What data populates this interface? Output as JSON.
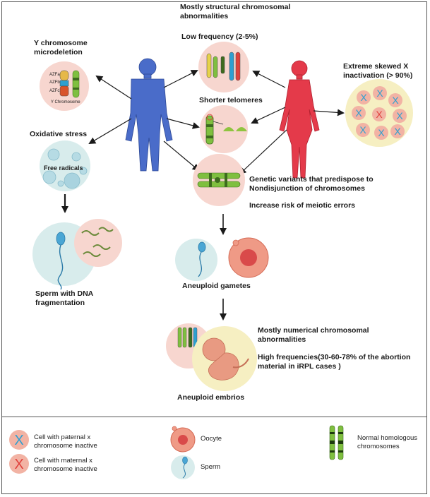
{
  "labels": {
    "structural_title": "Mostly structural chromosomal abnormalities",
    "low_frequency": "Low frequency (2-5%)",
    "y_microdeletion": "Y chromosome microdeletion",
    "azf_a": "AZFa",
    "azf_b": "AZFb",
    "azf_c": "AZFc",
    "y_chromosome": "Y Chromosome",
    "oxidative_stress": "Oxidative stress",
    "free_radicals": "Free radicals",
    "shorter_telomeres": "Shorter telomeres",
    "skewed_x": "Extreme skewed X inactivation (> 90%)",
    "genetic_variants": "Genetic variants that predispose to Nondisjunction of chromosomes",
    "meiotic_errors": "Increase risk of meiotic errors",
    "sperm_dna": "Sperm with DNA fragmentation",
    "aneuploid_gametes": "Aneuploid gametes",
    "numerical_title": "Mostly numerical chromosomal abnormalities",
    "high_frequency": "High frequencies(30-60-78% of the abortion material in iRPL cases )",
    "aneuploid_embryos": "Aneuploid embrios"
  },
  "legend": {
    "paternal_x": "Cell with paternal x chromosome inactive",
    "maternal_x": "Cell with maternal x chromosome inactive",
    "oocyte": "Oocyte",
    "sperm": "Sperm",
    "homologous": "Normal homologous chromosomes"
  },
  "colors": {
    "male": "#4a6cc9",
    "female": "#e43a4a",
    "circle_pink": "#f7d6cf",
    "circle_yellow": "#f6efc2",
    "circle_blue": "#d8ecec",
    "paternal_x_mark": "#2f9fd0",
    "maternal_x_mark": "#e0413c",
    "chromosome_green": "#7fbf3f"
  },
  "icons": {
    "male": "male-figure-icon",
    "female": "female-figure-icon",
    "sperm": "sperm-icon",
    "oocyte": "oocyte-icon",
    "embryo": "embryo-icon"
  }
}
